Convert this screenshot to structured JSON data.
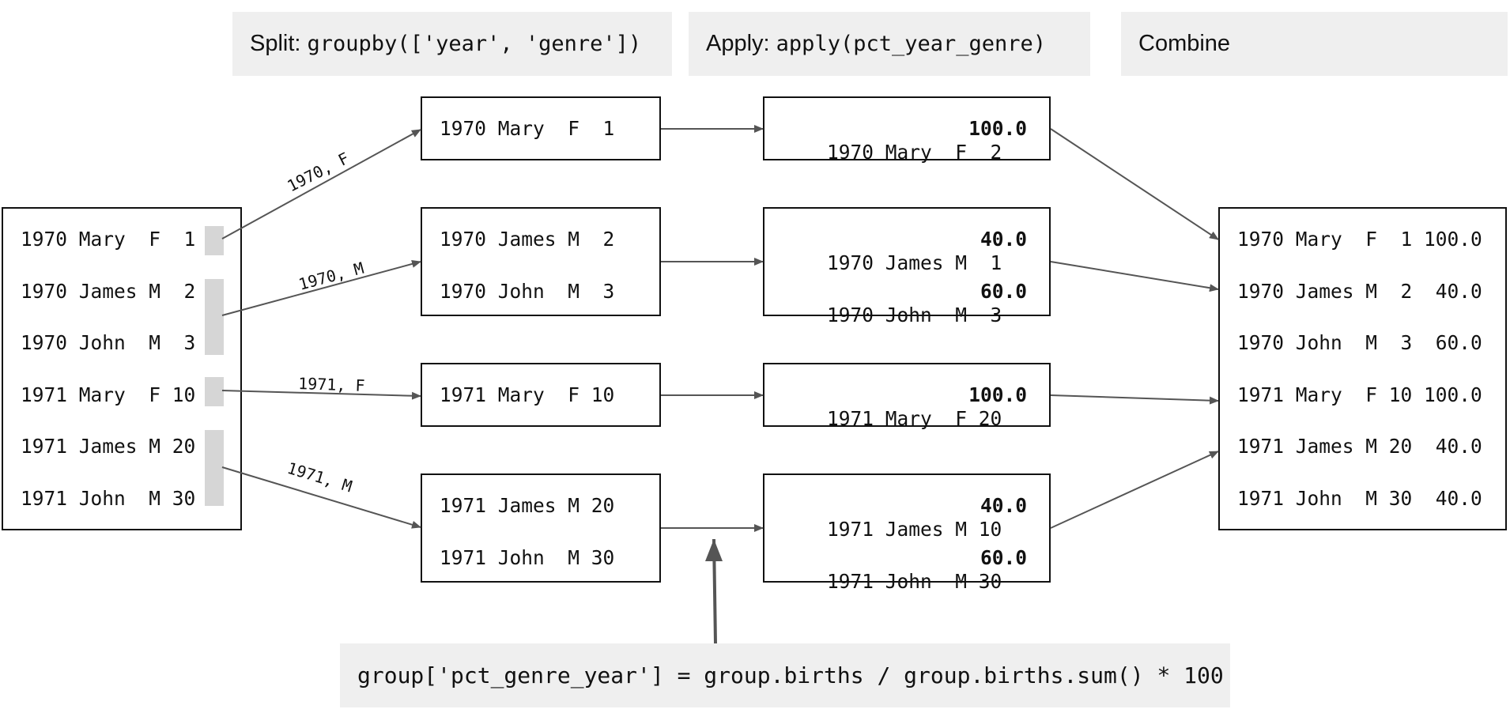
{
  "headers": {
    "split": {
      "prefix": "Split: ",
      "code": "groupby(['year', 'genre'])"
    },
    "apply": {
      "prefix": "Apply: ",
      "code": "apply(pct_year_genre)"
    },
    "combine": {
      "label": "Combine"
    }
  },
  "source_table": [
    "1970 Mary  F  1",
    "1970 James M  2",
    "1970 John  M  3",
    "1971 Mary  F 10",
    "1971 James M 20",
    "1971 John  M 30"
  ],
  "split_edge_labels": [
    "1970, F",
    "1970, M",
    "1971, F",
    "1971, M"
  ],
  "groups": [
    [
      "1970 Mary  F  1"
    ],
    [
      "1970 James M  2",
      "1970 John  M  3"
    ],
    [
      "1971 Mary  F 10"
    ],
    [
      "1971 James M 20",
      "1971 John  M 30"
    ]
  ],
  "applied": [
    [
      {
        "row": "1970 Mary  F  2",
        "pct": "100.0"
      }
    ],
    [
      {
        "row": "1970 James M  1",
        "pct": "40.0"
      },
      {
        "row": "1970 John  M  3",
        "pct": "60.0"
      }
    ],
    [
      {
        "row": "1971 Mary  F 20",
        "pct": "100.0"
      }
    ],
    [
      {
        "row": "1971 James M 10",
        "pct": "40.0"
      },
      {
        "row": "1971 John  M 30",
        "pct": "60.0"
      }
    ]
  ],
  "combined": [
    "1970 Mary  F  1 100.0",
    "1970 James M  2  40.0",
    "1970 John  M  3  60.0",
    "1971 Mary  F 10 100.0",
    "1971 James M 20  40.0",
    "1971 John  M 30  40.0"
  ],
  "code": "group['pct_genre_year'] = group.births / group.births.sum() * 100",
  "colors": {
    "arrow": "#555555",
    "header_bg": "#efefef",
    "group_bar": "#d6d6d6"
  }
}
